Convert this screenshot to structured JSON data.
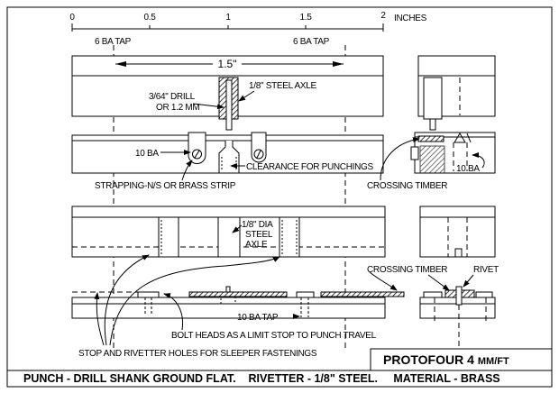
{
  "scale": {
    "ticks": [
      "0",
      "0.5",
      "1",
      "1.5",
      "2"
    ],
    "unit": "INCHES"
  },
  "labels": {
    "tap_left": "6 BA TAP",
    "tap_right": "6 BA TAP",
    "dimension": "1.5\"",
    "steel_axle": "1/8\" STEEL AXLE",
    "drill_1": "3/64\" DRILL",
    "drill_2": "OR 1.2 MM",
    "ten_ba": "10 BA",
    "clearance": "CLEARANCE FOR PUNCHINGS",
    "strapping": "STRAPPING-N/S OR BRASS STRIP",
    "crossing_timber_top": "CROSSING TIMBER",
    "ten_ba_side": "10 BA",
    "dia_1": "1/8\" DIA",
    "dia_2": "STEEL",
    "dia_3": "AXLE",
    "crossing_timber_bottom": "CROSSING TIMBER",
    "rivet": "RIVET",
    "ten_ba_tap": "10 BA TAP",
    "bolt_heads": "BOLT HEADS AS A LIMIT STOP TO PUNCH TRAVEL",
    "stop_holes": "STOP AND RIVETTER HOLES FOR SLEEPER FASTENINGS"
  },
  "title_block": {
    "title": "PROTOFOUR 4",
    "unit": "MM/FT"
  },
  "footer": "PUNCH - DRILL SHANK GROUND FLAT.    RIVETTER - 1/8\" STEEL.     MATERIAL - BRASS"
}
